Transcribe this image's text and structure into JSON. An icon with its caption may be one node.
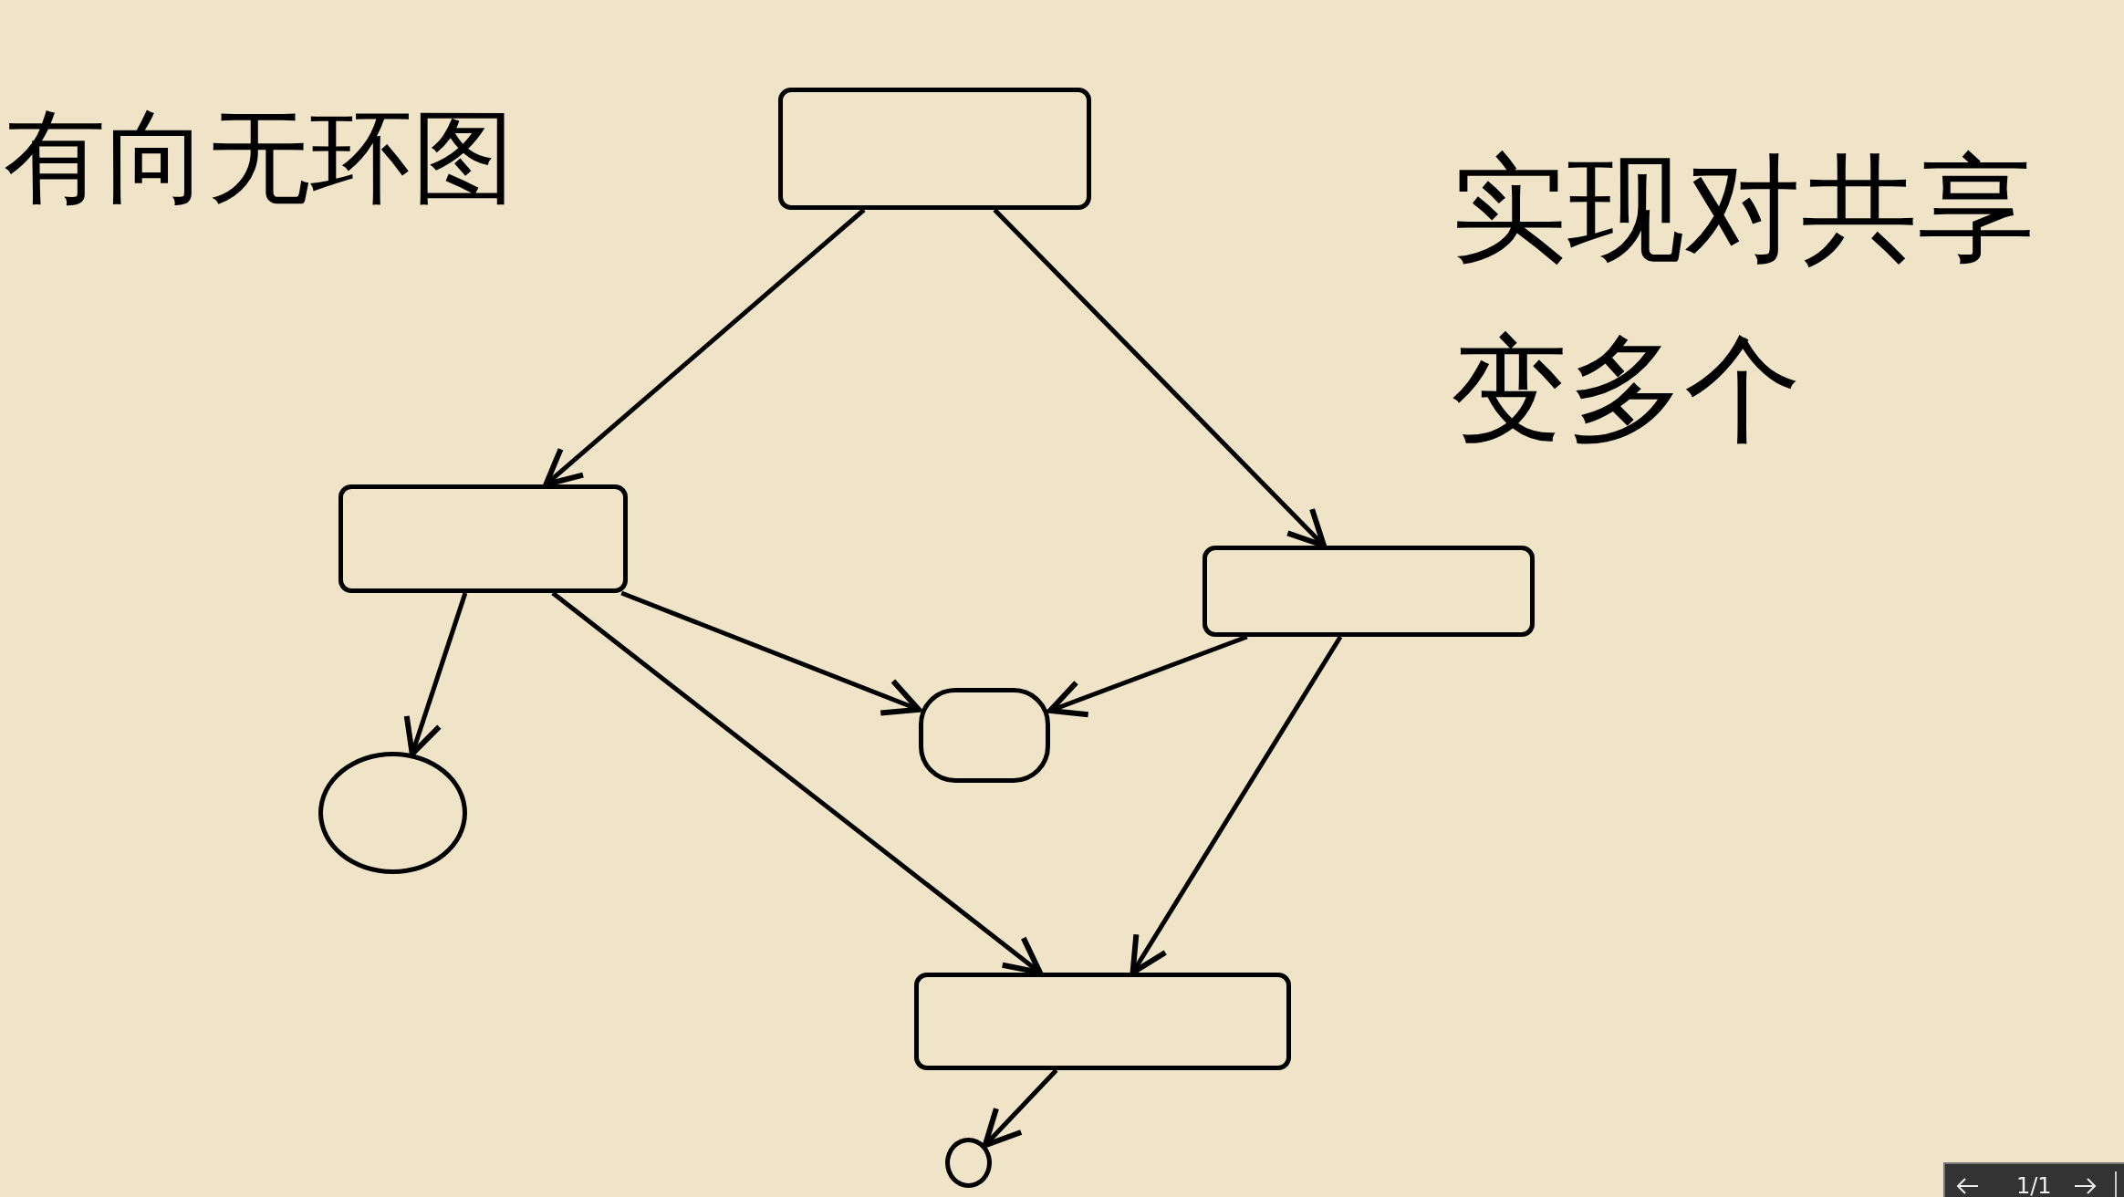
{
  "diagram": {
    "nodes": [
      {
        "text": [],
        "shape": "box"
      },
      {
        "text": [],
        "shape": "box"
      },
      {
        "text": [],
        "shape": "box"
      },
      {
        "text": [],
        "shape": "circle"
      },
      {
        "text": [],
        "shape": "box"
      },
      {
        "text": [],
        "shape": "box"
      },
      {
        "text": [],
        "shape": "circle"
      }
    ],
    "edges": [
      {
        "from": 0,
        "to": 1,
        "arrow": "to"
      },
      {
        "from": 0,
        "to": 2,
        "arrow": "to"
      },
      {
        "from": 1,
        "to": 3,
        "arrow": "to"
      },
      {
        "from": 1,
        "to": 4,
        "arrow": "to"
      },
      {
        "from": 1,
        "to": 5,
        "arrow": "to"
      },
      {
        "from": 2,
        "to": 4,
        "arrow": "to"
      },
      {
        "from": 2,
        "to": 5,
        "arrow": "to"
      },
      {
        "from": 5,
        "to": 6,
        "arrow": "to"
      }
    ],
    "labels": [
      "有向无环图",
      "实现对共享变多个",
      "1/1"
    ]
  }
}
